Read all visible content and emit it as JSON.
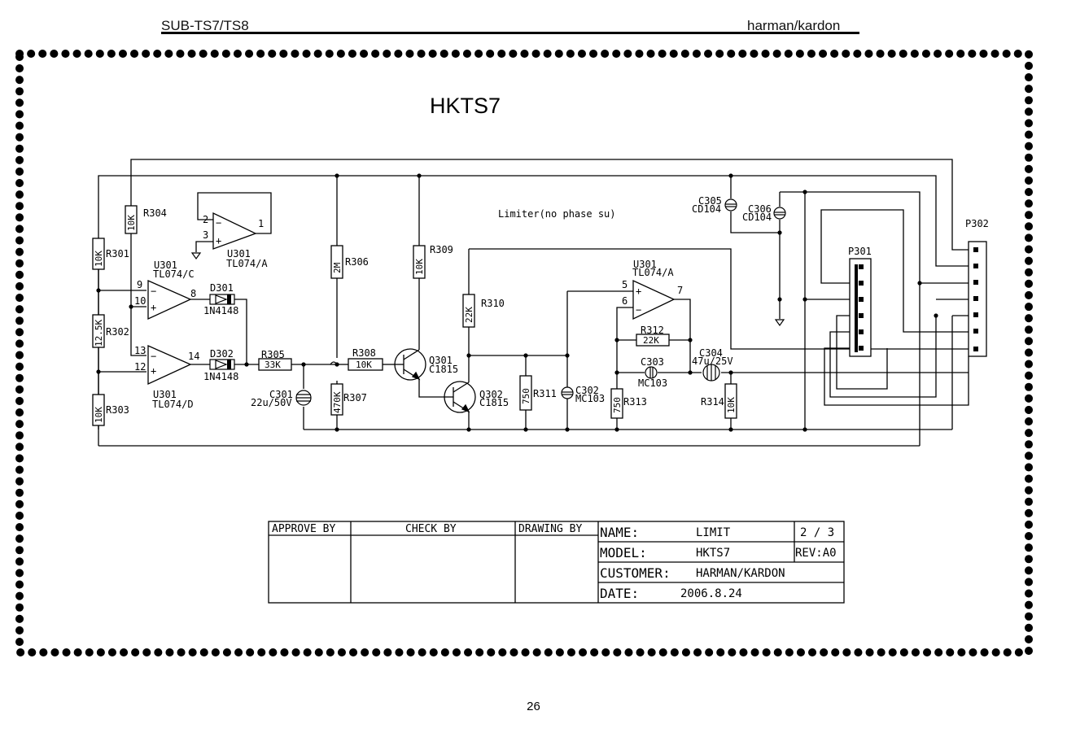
{
  "header": {
    "model": "SUB-TS7/TS8",
    "brand": "harman/kardon"
  },
  "page_number": "26",
  "diagram": {
    "title": "HKTS7",
    "note": "Limiter(no phase su)"
  },
  "components": {
    "R301": {
      "ref": "R301",
      "value": "10K"
    },
    "R302": {
      "ref": "R302",
      "value": "12.5K"
    },
    "R303": {
      "ref": "R303",
      "value": "10K"
    },
    "R304": {
      "ref": "R304",
      "value": "10K"
    },
    "R305": {
      "ref": "R305",
      "value": "33K"
    },
    "R306": {
      "ref": "R306",
      "value": "2M"
    },
    "R307": {
      "ref": "R307",
      "value": "470K"
    },
    "R308": {
      "ref": "R308",
      "value": "10K"
    },
    "R309": {
      "ref": "R309",
      "value": "10K"
    },
    "R310": {
      "ref": "R310",
      "value": "22K"
    },
    "R311": {
      "ref": "R311",
      "value": "750"
    },
    "R312": {
      "ref": "R312",
      "value": "22K"
    },
    "R313": {
      "ref": "R313",
      "value": "750"
    },
    "R314": {
      "ref": "R314",
      "value": "10K"
    },
    "C301": {
      "ref": "C301",
      "value": "22u/50V"
    },
    "C302": {
      "ref": "C302",
      "value": "MC103"
    },
    "C303": {
      "ref": "C303",
      "value": "MC103"
    },
    "C304": {
      "ref": "C304",
      "value": "47u/25V"
    },
    "C305": {
      "ref": "C305",
      "value": "CD104"
    },
    "C306": {
      "ref": "C306",
      "value": "CD104"
    },
    "D301": {
      "ref": "D301",
      "value": "1N4148"
    },
    "D302": {
      "ref": "D302",
      "value": "1N4148"
    },
    "Q301": {
      "ref": "Q301",
      "value": "C1815"
    },
    "Q302": {
      "ref": "Q302",
      "value": "C1815"
    },
    "U301A_top": {
      "ref": "U301",
      "value": "TL074/A"
    },
    "U301C": {
      "ref": "U301",
      "value": "TL074/C"
    },
    "U301D": {
      "ref": "U301",
      "value": "TL074/D"
    },
    "U301A": {
      "ref": "U301",
      "value": "TL074/A"
    },
    "P301": {
      "ref": "P301"
    },
    "P302": {
      "ref": "P302"
    }
  },
  "pins": {
    "ua_top_inv": "2",
    "ua_top_non": "3",
    "ua_top_out": "1",
    "uc_inv": "9",
    "uc_non": "10",
    "uc_out": "8",
    "ud_inv": "13",
    "ud_non": "12",
    "ud_out": "14",
    "ua_non": "5",
    "ua_inv": "6",
    "ua_out": "7"
  },
  "title_block": {
    "approve_by": "APPROVE BY",
    "check_by": "CHECK BY",
    "drawing_by": "DRAWING BY",
    "name_label": "NAME:",
    "name_value": "LIMIT",
    "sheet": "2 / 3",
    "model_label": "MODEL:",
    "model_value": "HKTS7",
    "rev": "REV:A0",
    "customer_label": "CUSTOMER:",
    "customer_value": "HARMAN/KARDON",
    "date_label": "DATE:",
    "date_value": "2006.8.24"
  }
}
